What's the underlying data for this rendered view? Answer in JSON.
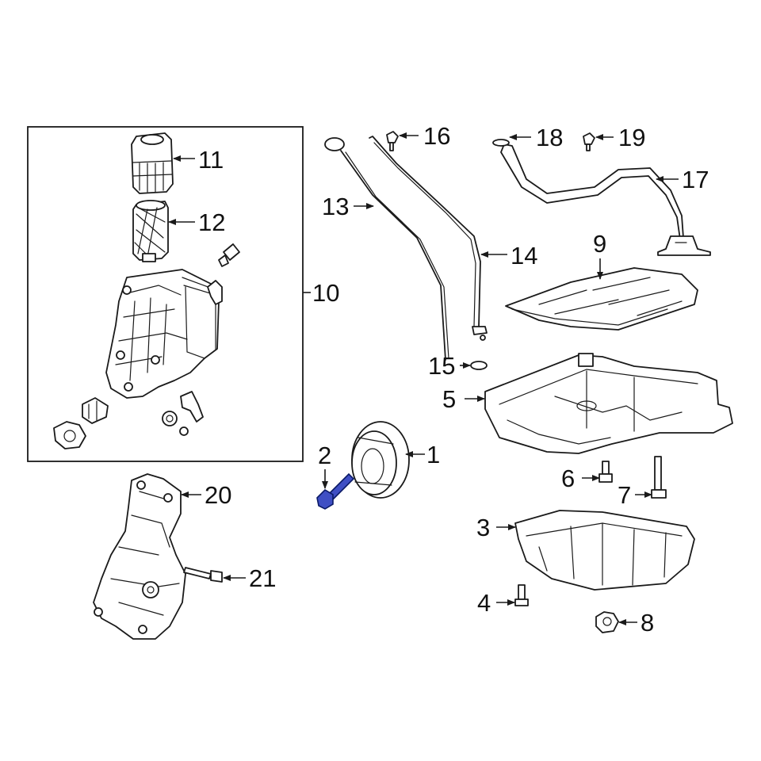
{
  "diagram": {
    "highlight_color": "#3f4fc4",
    "callouts": {
      "c1": "1",
      "c2": "2",
      "c3": "3",
      "c4": "4",
      "c5": "5",
      "c6": "6",
      "c7": "7",
      "c8": "8",
      "c9": "9",
      "c10": "10",
      "c11": "11",
      "c12": "12",
      "c13": "13",
      "c14": "14",
      "c15": "15",
      "c16": "16",
      "c17": "17",
      "c18": "18",
      "c19": "19",
      "c20": "20",
      "c21": "21"
    },
    "highlighted_part": "2"
  }
}
